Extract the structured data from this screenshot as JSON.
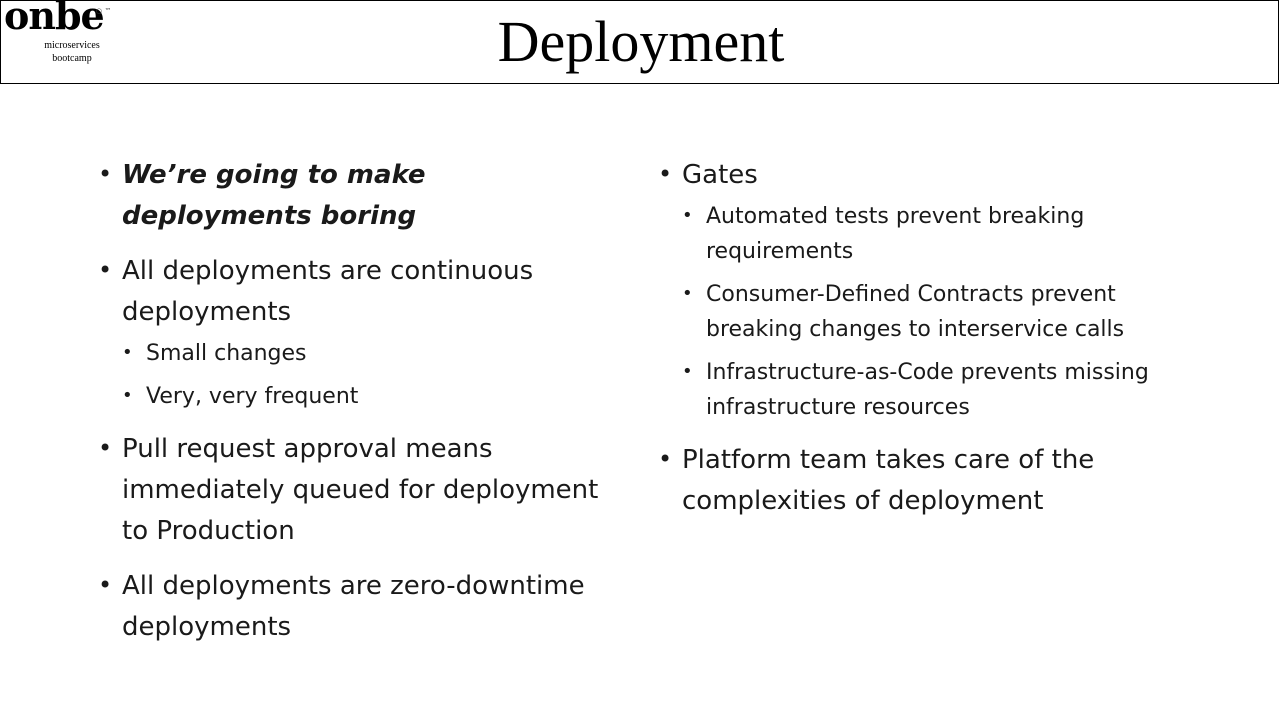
{
  "logo": {
    "word": "onbe",
    "mark": "○ ™",
    "sub_line1": "microservices",
    "sub_line2": "bootcamp"
  },
  "title": "Deployment",
  "left_column": {
    "items": [
      {
        "text": "We’re going to make deployments boring",
        "emphasis": true
      },
      {
        "text": "All deployments are continuous deployments",
        "subitems": [
          "Small changes",
          "Very, very frequent"
        ]
      },
      {
        "text": "Pull request approval means immediately queued for deployment to Production"
      },
      {
        "text": "All deployments are zero-downtime deployments"
      }
    ]
  },
  "right_column": {
    "items": [
      {
        "text": "Gates",
        "subitems": [
          "Automated tests prevent breaking requirements",
          "Consumer-Defined Contracts prevent breaking changes to interservice calls",
          "Infrastructure-as-Code prevents missing infrastructure resources"
        ]
      },
      {
        "text": "Platform team takes care of the complexities of deployment"
      }
    ]
  }
}
